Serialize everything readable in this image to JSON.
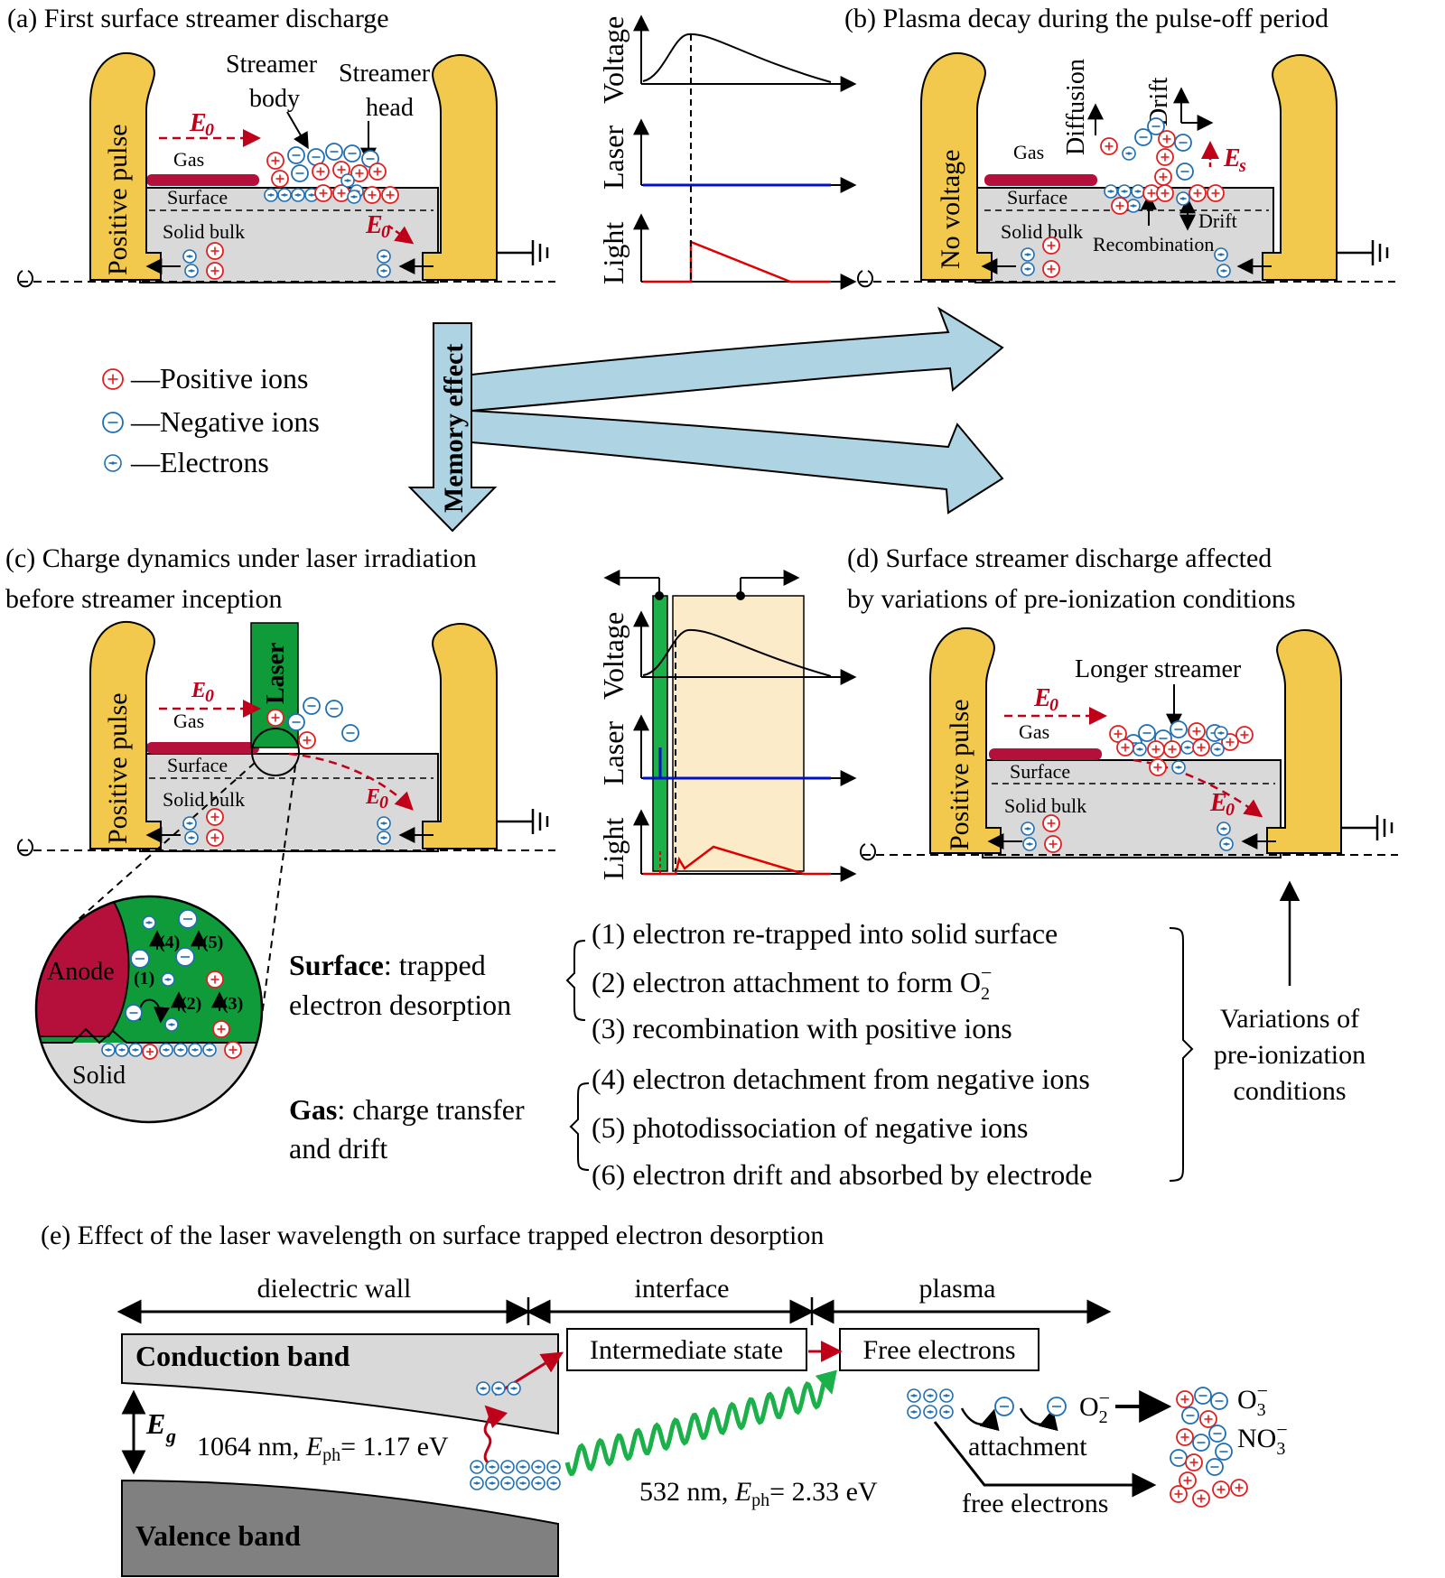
{
  "panels": {
    "a": {
      "title": "(a) First surface streamer discharge",
      "electrode_label": "Positive pulse",
      "streamer_body_1": "Streamer",
      "streamer_body_2": "body",
      "streamer_head_1": "Streamer",
      "streamer_head_2": "head",
      "field": "E",
      "field_sub": "0",
      "gas": "Gas",
      "surface": "Surface",
      "solid_bulk": "Solid bulk"
    },
    "b": {
      "title": "(b) Plasma decay during the pulse-off period",
      "electrode_label": "No voltage",
      "diffusion": "Diffusion",
      "drift": "Drift",
      "drift2": "Drift",
      "field": "E",
      "field_sub": "s",
      "gas": "Gas",
      "surface": "Surface",
      "solid_bulk": "Solid bulk",
      "recombination": "Recombination"
    },
    "c": {
      "title_1": "(c) Charge dynamics under laser irradiation",
      "title_2": "before streamer inception",
      "electrode_label": "Positive pulse",
      "laser": "Laser",
      "field": "E",
      "field_sub": "0",
      "gas": "Gas",
      "surface": "Surface",
      "solid_bulk": "Solid bulk",
      "anode": "Anode",
      "solid": "Solid",
      "steps": [
        "(1)",
        "(2)",
        "(3)",
        "(4)",
        "(5)"
      ]
    },
    "d": {
      "title_1": "(d) Surface streamer discharge affected",
      "title_2": "by variations of pre-ionization conditions",
      "electrode_label": "Positive pulse",
      "longer_streamer": "Longer streamer",
      "field": "E",
      "field_sub": "0",
      "gas": "Gas",
      "surface": "Surface",
      "solid_bulk": "Solid bulk"
    },
    "e": {
      "title": "(e) Effect of the laser wavelength on surface trapped electron desorption",
      "regions": [
        "dielectric wall",
        "interface",
        "plasma"
      ],
      "conduction_band": "Conduction band",
      "valence_band": "Valence band",
      "intermediate_state": "Intermediate state",
      "free_electrons_box": "Free electrons",
      "eg": "E",
      "eg_sub": "g",
      "laser_1064_a": "1064 nm, ",
      "laser_1064_e": "E",
      "laser_1064_sub": "ph",
      "laser_1064_b": "= 1.17 eV",
      "laser_532_a": "532 nm, ",
      "laser_532_e": "E",
      "laser_532_sub": "ph",
      "laser_532_b": "= 2.33 eV",
      "attachment": "attachment",
      "free_electrons": "free electrons",
      "o2": "O",
      "o2_sub": "2",
      "o3": "O",
      "o3_sub": "3",
      "no3": "NO",
      "no3_sub": "3",
      "minus": "−"
    }
  },
  "waveforms": {
    "voltage": "Voltage",
    "laser": "Laser",
    "light": "Light"
  },
  "legend": {
    "positive": "—Positive ions",
    "negative": "—Negative ions",
    "electrons": "—Electrons"
  },
  "memory_effect": "Memory effect",
  "surface_group": {
    "label_bold": "Surface",
    "label_rest": ": trapped",
    "label_line2": "electron desorption",
    "items": [
      "(1) electron re-trapped into solid surface",
      "(2) electron attachment to form O",
      "(3) recombination with positive ions"
    ],
    "o2_sub": "2",
    "o2_sup": "−"
  },
  "gas_group": {
    "label_bold": "Gas",
    "label_rest": ": charge transfer",
    "label_line2": "and drift",
    "items": [
      "(4) electron detachment from negative ions",
      "(5) photodissociation of negative ions",
      "(6) electron drift and absorbed by electrode"
    ]
  },
  "variations": [
    "Variations of",
    "pre-ionization",
    "conditions"
  ],
  "colors": {
    "electrode": "#F2C94C",
    "solid": "#D9D9D9",
    "surface_bar": "#B5103C",
    "laser_green": "#0F9B3A",
    "memory_arrow": "#AED3E3",
    "positive": "#E02020",
    "negative": "#1F6FB2",
    "waveform_blue": "#0010C8",
    "waveform_red": "#E00000"
  }
}
